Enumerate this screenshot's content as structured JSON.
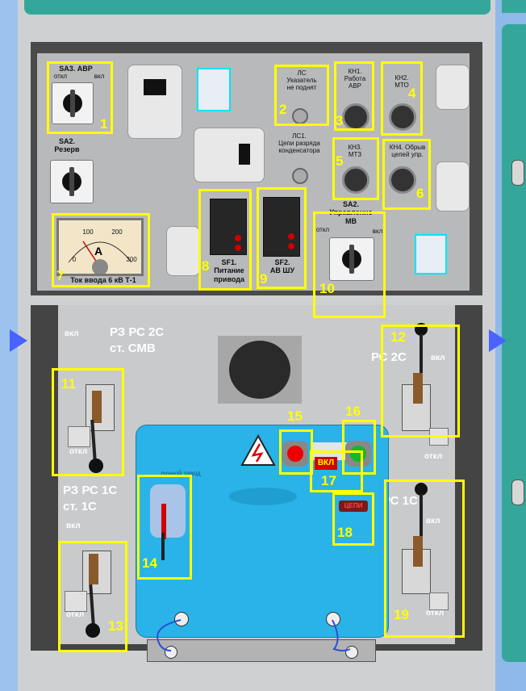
{
  "upper": {
    "sa3": {
      "title": "SA3. АВР",
      "off": "откл",
      "on": "вкл"
    },
    "sa2_reserve": {
      "title": "SA2.\nРезерв"
    },
    "ls": {
      "title": "ЛС\nУказатель\nне поднят"
    },
    "ls1": {
      "title": "ЛС1.\nЦепи разряда\nконденсатора"
    },
    "kn1": {
      "title": "КН1.\nРабота\nАВР"
    },
    "kn2": {
      "title": "КН2.\nМТО"
    },
    "kn3": {
      "title": "КН3.\nМТЗ"
    },
    "kn4": {
      "title": "КН4. Обрыв\nцепей упр."
    },
    "ammeter": {
      "scale_0": "0",
      "scale_100": "100",
      "scale_200": "200",
      "scale_300": "300",
      "unit": "A",
      "caption": "Ток ввода 6 кВ Т-1"
    },
    "sf1": {
      "title": "SF1.\nПитание\nпривода"
    },
    "sf2": {
      "title": "SF2.\nАВ ШУ"
    },
    "sa2_mv": {
      "title": "SA2.\nУправление\nМВ",
      "off": "откл",
      "on": "вкл"
    }
  },
  "lower": {
    "rz_2c": {
      "title": "РЗ РС 2С\nст. СМВ",
      "on": "вкл",
      "off": "откл"
    },
    "rz_1c": {
      "title": "РЗ РС 1С\nст. 1С",
      "on": "вкл",
      "off": "откл"
    },
    "rs_2c": {
      "title": "РС 2С",
      "on": "вкл",
      "off": "откл"
    },
    "rs_1c": {
      "title": "РС 1С",
      "on": "вкл",
      "off": "откл"
    },
    "status_on": "ВКЛ",
    "status_circuit": "ЦЕПИ",
    "drive_label": "ручной завод"
  },
  "markers": [
    "1",
    "2",
    "3",
    "4",
    "5",
    "6",
    "7",
    "8",
    "9",
    "10",
    "11",
    "12",
    "13",
    "14",
    "15",
    "16",
    "17",
    "18",
    "19"
  ],
  "colors": {
    "highlight": "#ffff00",
    "teal": "#35a79a",
    "blue_box": "#29b3e9"
  }
}
